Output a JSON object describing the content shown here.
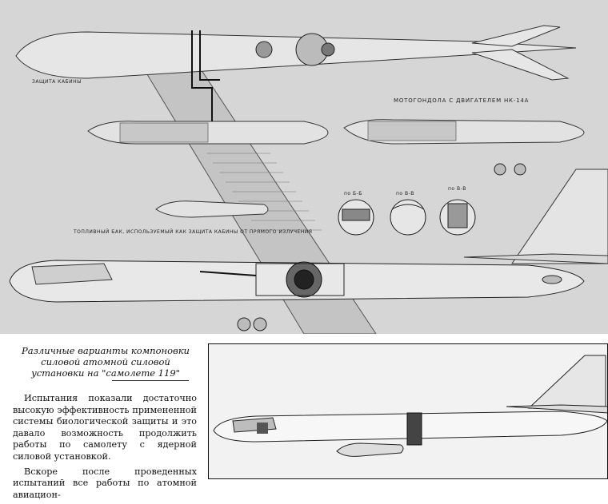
{
  "figure_top": {
    "labels": {
      "shield_cabin": "ЗАЩИТА КАБИНЫ",
      "engine_nacelle": "МОТОГОНДОЛА С ДВИГАТЕЛЕМ НК-14А",
      "fuel_tank": "ТОПЛИВНЫЙ БАК, ИСПОЛЬЗУЕМЫЙ КАК ЗАЩИТА КАБИНЫ ОТ ПРЯМОГО ИЗЛУЧЕНИЯ",
      "section_bb": "по Б-Б",
      "section_vv": "по В-В",
      "section_vv2": "по В-В"
    }
  },
  "caption": "Различные варианты компоновки силовой атомной силовой установки на \"самолете 119\"",
  "body": {
    "paragraph_1": "Испытания показали достаточно высокую эффективность примененной системы биологической защиты и это давало возможность продолжить работы по самолету с ядерной силовой установкой.",
    "paragraph_2": "Вскоре после проведенных испытаний все работы по атомной авиацион-"
  }
}
